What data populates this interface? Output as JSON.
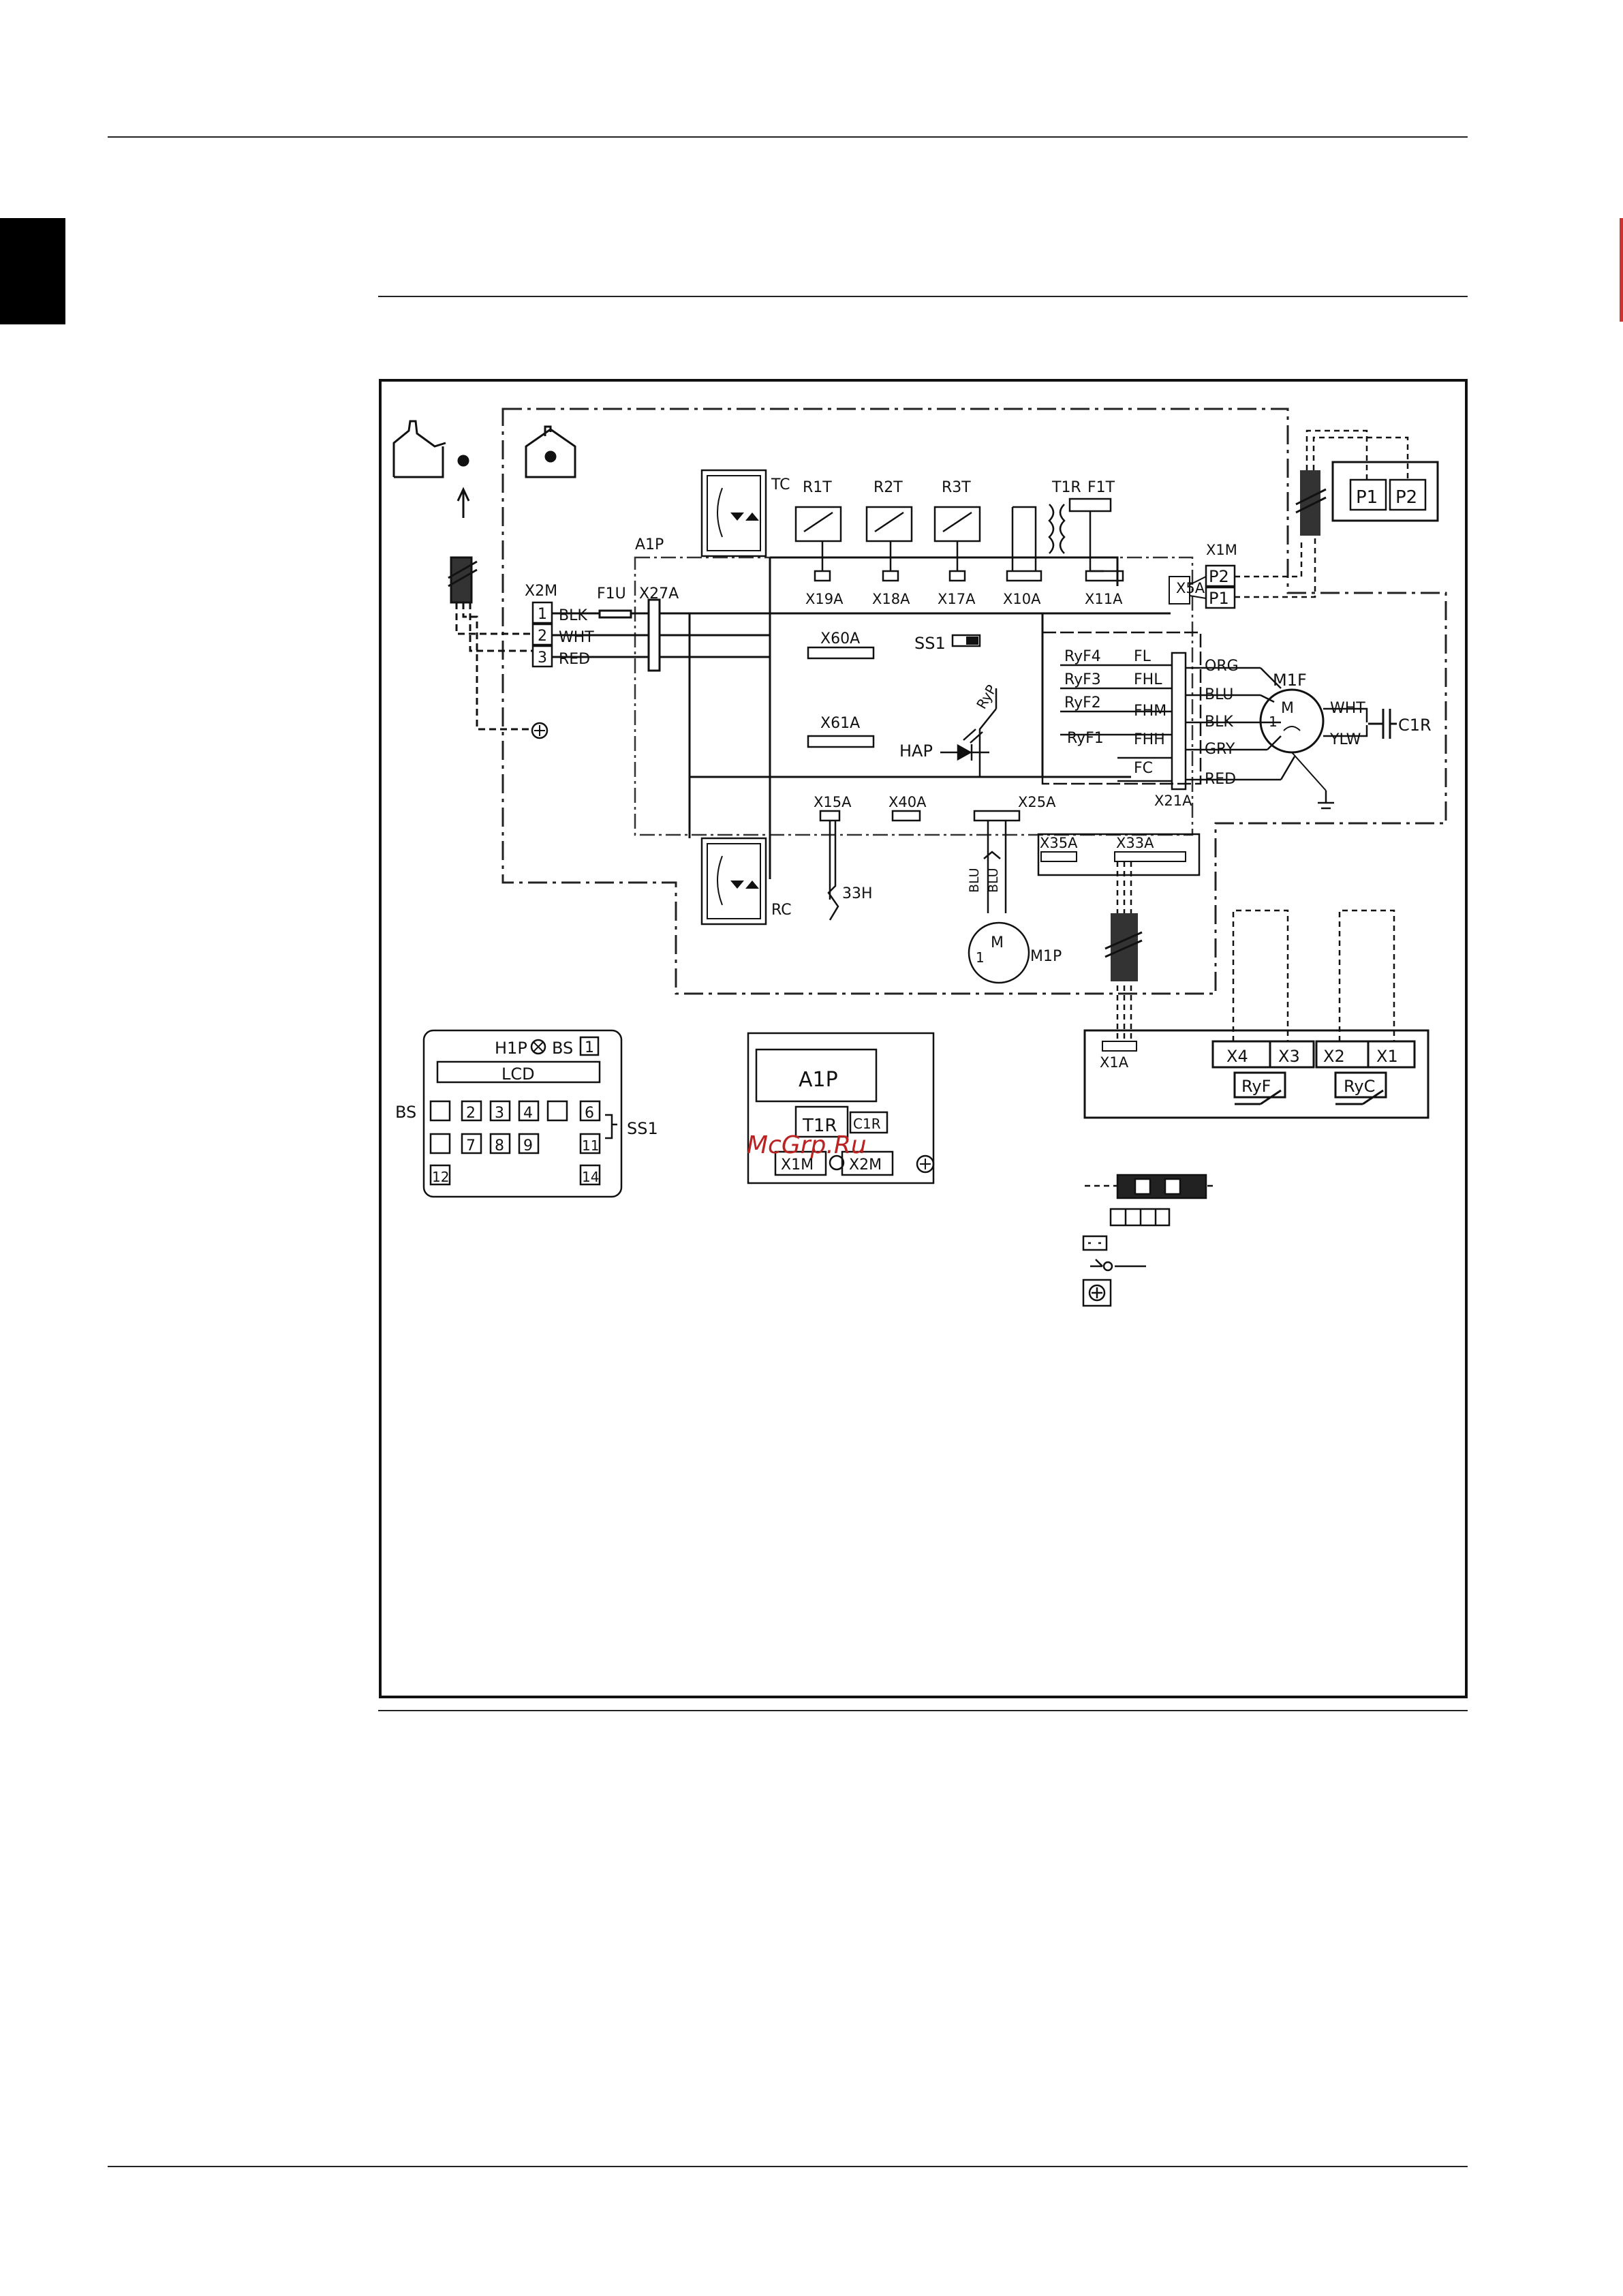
{
  "watermark": "McGrp.Ru",
  "labels": {
    "a1p": "A1P",
    "x2m": "X2M",
    "t1": "1",
    "t2": "2",
    "t3": "3",
    "blk": "BLK",
    "wht": "WHT",
    "red": "RED",
    "f1u": "F1U",
    "x27a": "X27A",
    "tc": "TC",
    "rc": "RC",
    "r1t": "R1T",
    "r2t": "R2T",
    "r3t": "R3T",
    "t1r": "T1R",
    "f1t": "F1T",
    "x19a": "X19A",
    "x18a": "X18A",
    "x17a": "X17A",
    "x10a": "X10A",
    "x11a": "X11A",
    "x5a": "X5A",
    "x1m": "X1M",
    "p1": "P1",
    "p2": "P2",
    "p1b": "P1",
    "p2b": "P2",
    "x60a": "X60A",
    "x61a": "X61A",
    "ss1": "SS1",
    "rypl": "RyP",
    "hap": "HAP",
    "ryf4": "RyF4",
    "ryf3": "RyF3",
    "ryf2": "RyF2",
    "ryf1": "RyF1",
    "fl": "FL",
    "fhl": "FHL",
    "fhm": "FHM",
    "fhh": "FHH",
    "fc": "FC",
    "org": "ORG",
    "blu": "BLU",
    "blk2": "BLK",
    "gry": "GRY",
    "red2": "RED",
    "m1f": "M1F",
    "wht2": "WHT",
    "ylw": "YLW",
    "c1r": "C1R",
    "x21a": "X21A",
    "x15a": "X15A",
    "x40a": "X40A",
    "x25a": "X25A",
    "x35a": "X35A",
    "x33a": "X33A",
    "s3h": "33H",
    "blu1": "BLU",
    "blu2": "BLU",
    "m1p": "M1P",
    "m": "M",
    "x1a": "X1A",
    "x4": "X4",
    "x3": "X3",
    "x2": "X2",
    "x1": "X1",
    "ryf": "RyF",
    "ryc": "RyC",
    "h1p": "H1P",
    "bs": "BS",
    "bs1": "1",
    "lcd": "LCD",
    "bsl": "BS",
    "k2": "2",
    "k3": "3",
    "k4": "4",
    "k6": "6",
    "k7": "7",
    "k8": "8",
    "k9": "9",
    "k11": "11",
    "k12": "12",
    "k14": "14",
    "ss1b": "SS1",
    "a1p2": "A1P",
    "t1r2": "T1R",
    "c1r2": "C1R",
    "x1m2": "X1M",
    "x2m2": "X2M"
  }
}
